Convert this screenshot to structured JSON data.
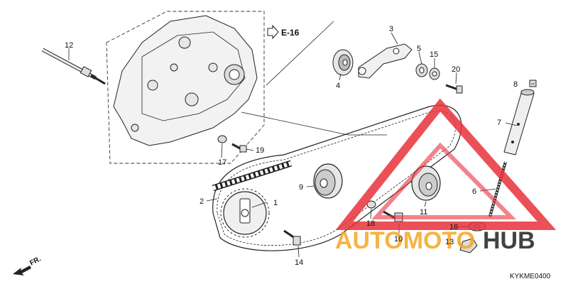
{
  "ref_label": "E-16",
  "diagram_code": "KYKME0400",
  "direction_label": "FR.",
  "watermark": {
    "text_a": "AUTOMOTO",
    "text_b": "HUB",
    "color_a": "#f5a623",
    "color_b": "#222222",
    "triangle_color": "#e8323c"
  },
  "parts": [
    {
      "id": "p1",
      "label": "1"
    },
    {
      "id": "p2",
      "label": "2"
    },
    {
      "id": "p3",
      "label": "3"
    },
    {
      "id": "p4",
      "label": "4"
    },
    {
      "id": "p5",
      "label": "5"
    },
    {
      "id": "p6",
      "label": "6"
    },
    {
      "id": "p7",
      "label": "7"
    },
    {
      "id": "p8",
      "label": "8"
    },
    {
      "id": "p9",
      "label": "9"
    },
    {
      "id": "p10",
      "label": "10"
    },
    {
      "id": "p11",
      "label": "11"
    },
    {
      "id": "p12",
      "label": "12"
    },
    {
      "id": "p13",
      "label": "13"
    },
    {
      "id": "p14",
      "label": "14"
    },
    {
      "id": "p15",
      "label": "15"
    },
    {
      "id": "p16",
      "label": "16"
    },
    {
      "id": "p17",
      "label": "17"
    },
    {
      "id": "p18",
      "label": "18"
    },
    {
      "id": "p19",
      "label": "19"
    },
    {
      "id": "p20",
      "label": "20"
    }
  ]
}
